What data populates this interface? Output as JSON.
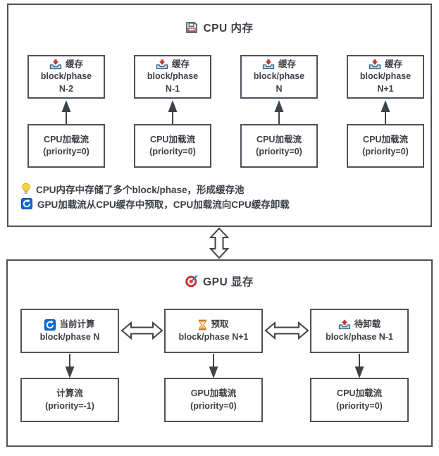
{
  "diagram_colors": {
    "border": "#4d525b",
    "text": "#3c3f44",
    "arrow": "#3f4347",
    "icon_blue": "#0d6bd0",
    "icon_red": "#d9352a",
    "tray_blue": "#badef2",
    "hourglass_orange": "#d9912f",
    "bulb_yellow": "#ffd43a",
    "floppy_pink": "#e5447d"
  },
  "cpu_panel": {
    "title": "CPU 内存",
    "title_icon": "floppy-disk-icon",
    "cache_boxes": [
      {
        "icon": "inbox-tray-icon",
        "line1": "缓存",
        "line2": "block/phase",
        "line3": "N-2"
      },
      {
        "icon": "inbox-tray-icon",
        "line1": "缓存",
        "line2": "block/phase",
        "line3": "N-1"
      },
      {
        "icon": "inbox-tray-icon",
        "line1": "缓存",
        "line2": "block/phase",
        "line3": "N"
      },
      {
        "icon": "inbox-tray-icon",
        "line1": "缓存",
        "line2": "block/phase",
        "line3": "N+1"
      }
    ],
    "stream_boxes": [
      {
        "line1": "CPU加载流",
        "line2": "(priority=0)"
      },
      {
        "line1": "CPU加载流",
        "line2": "(priority=0)"
      },
      {
        "line1": "CPU加载流",
        "line2": "(priority=0)"
      },
      {
        "line1": "CPU加载流",
        "line2": "(priority=0)"
      }
    ],
    "notes": [
      {
        "icon": "lightbulb-icon",
        "text": "CPU内存中存储了多个block/phase，形成缓存池"
      },
      {
        "icon": "sync-icon",
        "text": "GPU加载流从CPU缓存中预取，CPU加载流向CPU缓存卸载"
      }
    ]
  },
  "gpu_panel": {
    "title": "GPU 显存",
    "title_icon": "target-icon",
    "state_boxes": [
      {
        "icon": "sync-icon",
        "line1": "当前计算",
        "line2": "block/phase N"
      },
      {
        "icon": "hourglass-icon",
        "line1": "预取",
        "line2": "block/phase N+1"
      },
      {
        "icon": "outbox-tray-icon",
        "line1": "待卸载",
        "line2": "block/phase N-1"
      }
    ],
    "stream_boxes": [
      {
        "line1": "计算流",
        "line2": "(priority=-1)"
      },
      {
        "line1": "GPU加载流",
        "line2": "(priority=0)"
      },
      {
        "line1": "CPU加载流",
        "line2": "(priority=0)"
      }
    ]
  }
}
